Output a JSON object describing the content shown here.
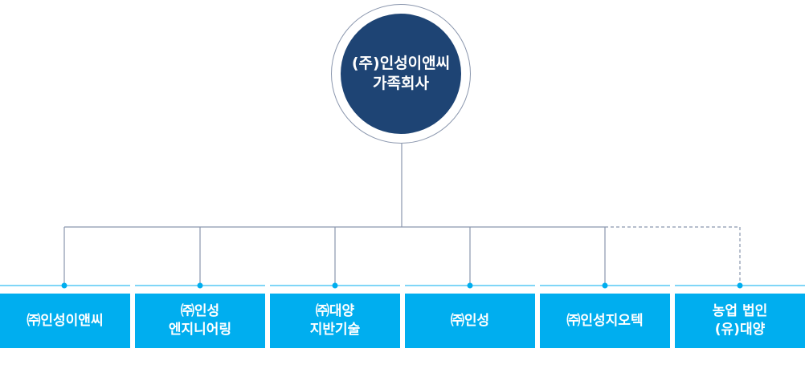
{
  "top_node": {
    "line1": "(주)인성이앤씨",
    "line2": "가족회사"
  },
  "companies": [
    {
      "line1": "㈜인성이앤씨",
      "line2": ""
    },
    {
      "line1": "㈜인성",
      "line2": "엔지니어링"
    },
    {
      "line1": "㈜대양",
      "line2": "지반기술"
    },
    {
      "line1": "㈜인성",
      "line2": ""
    },
    {
      "line1": "㈜인성지오텍",
      "line2": ""
    },
    {
      "line1": "농업 법인",
      "line2": "(유)대양"
    }
  ],
  "colors": {
    "top_fill": "#1e4474",
    "top_ring": "#8a96ad",
    "box_fill": "#00aeef",
    "connector": "#8a96ad",
    "dot": "#00aeef"
  },
  "connector_styles": [
    "solid",
    "solid",
    "solid",
    "solid",
    "solid",
    "dashed"
  ]
}
